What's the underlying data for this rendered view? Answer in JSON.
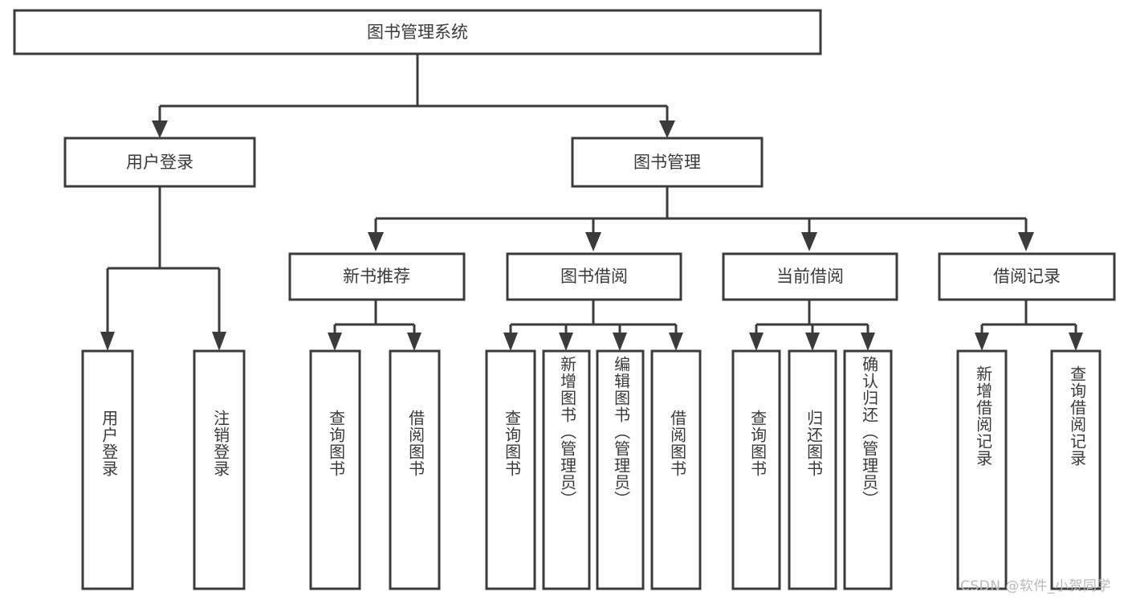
{
  "diagram": {
    "type": "tree-hierarchy",
    "title": "图书管理系统",
    "orientation": "top-down",
    "colors": {
      "box_stroke": "#3b3b3b",
      "box_fill": "#ffffff",
      "text": "#3a3a3a",
      "background": "#ffffff",
      "watermark": "#b9b9b9"
    },
    "root": {
      "id": "root",
      "label": "图书管理系统"
    },
    "level2": [
      {
        "id": "user-login",
        "label": "用户登录"
      },
      {
        "id": "book-manage",
        "label": "图书管理"
      }
    ],
    "level3": [
      {
        "id": "new-book-recommend",
        "label": "新书推荐",
        "parent": "book-manage"
      },
      {
        "id": "book-borrow",
        "label": "图书借阅",
        "parent": "book-manage"
      },
      {
        "id": "current-borrow",
        "label": "当前借阅",
        "parent": "book-manage"
      },
      {
        "id": "borrow-record",
        "label": "借阅记录",
        "parent": "book-manage"
      }
    ],
    "leaves": [
      {
        "id": "leaf-user-login",
        "label": "用户登录",
        "parent": "user-login"
      },
      {
        "id": "leaf-user-logout",
        "label": "注销登录",
        "parent": "user-login"
      },
      {
        "id": "leaf-query-book-1",
        "label": "查询图书",
        "parent": "new-book-recommend"
      },
      {
        "id": "leaf-borrow-book-1",
        "label": "借阅图书",
        "parent": "new-book-recommend"
      },
      {
        "id": "leaf-query-book-2",
        "label": "查询图书",
        "parent": "book-borrow"
      },
      {
        "id": "leaf-add-book",
        "label": "新增图书（管理员）",
        "parent": "book-borrow"
      },
      {
        "id": "leaf-edit-book",
        "label": "编辑图书（管理员）",
        "parent": "book-borrow"
      },
      {
        "id": "leaf-borrow-book-2",
        "label": "借阅图书",
        "parent": "book-borrow"
      },
      {
        "id": "leaf-query-book-3",
        "label": "查询图书",
        "parent": "current-borrow"
      },
      {
        "id": "leaf-return-book",
        "label": "归还图书",
        "parent": "current-borrow"
      },
      {
        "id": "leaf-confirm-return",
        "label": "确认归还（管理员）",
        "parent": "current-borrow"
      },
      {
        "id": "leaf-add-record",
        "label": "新增借阅记录",
        "parent": "borrow-record"
      },
      {
        "id": "leaf-query-record",
        "label": "查询借阅记录",
        "parent": "borrow-record"
      }
    ]
  },
  "watermark": {
    "text": "CSDN @软件_小贺同学"
  }
}
